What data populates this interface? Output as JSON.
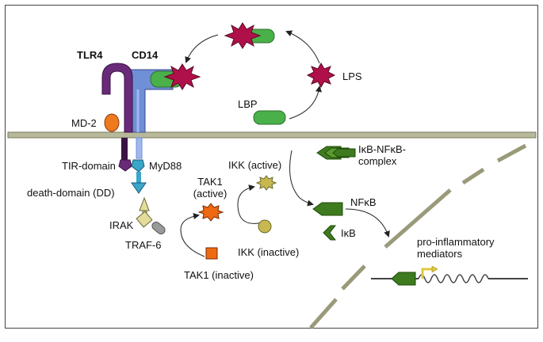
{
  "labels": {
    "tlr4": "TLR4",
    "cd14": "CD14",
    "lps": "LPS",
    "lbp": "LBP",
    "md2": "MD-2",
    "tir_domain": "TIR-domain",
    "myd88": "MyD88",
    "death_domain": "death-domain (DD)",
    "irak": "IRAK",
    "traf6": "TRAF-6",
    "tak1_active_line1": "TAK1",
    "tak1_active_line2": "(active)",
    "tak1_inactive": "TAK1 (inactive)",
    "ikk_active": "IKK (active)",
    "ikk_inactive": "IKK (inactive)",
    "ikb_nfkb_line1": "IκB-NFκB-",
    "ikb_nfkb_line2": "complex",
    "nfkb": "NFκB",
    "ikb": "IκB",
    "mediators_line1": "pro-inflammatory",
    "mediators_line2": "mediators"
  },
  "colors": {
    "tlr4": "#6a2a7a",
    "cd14": "#6f8fd6",
    "lps": "#b0104a",
    "lbp": "#4ab04a",
    "md2": "#ee7a1e",
    "myd88": "#3aa6c8",
    "membrane": "#b8b89a",
    "nfkb": "#3e7a1e",
    "tak1": "#ee6a12",
    "ikk": "#c8b850",
    "irak": "#e4dc9a",
    "traf6": "#9a9a9a"
  }
}
